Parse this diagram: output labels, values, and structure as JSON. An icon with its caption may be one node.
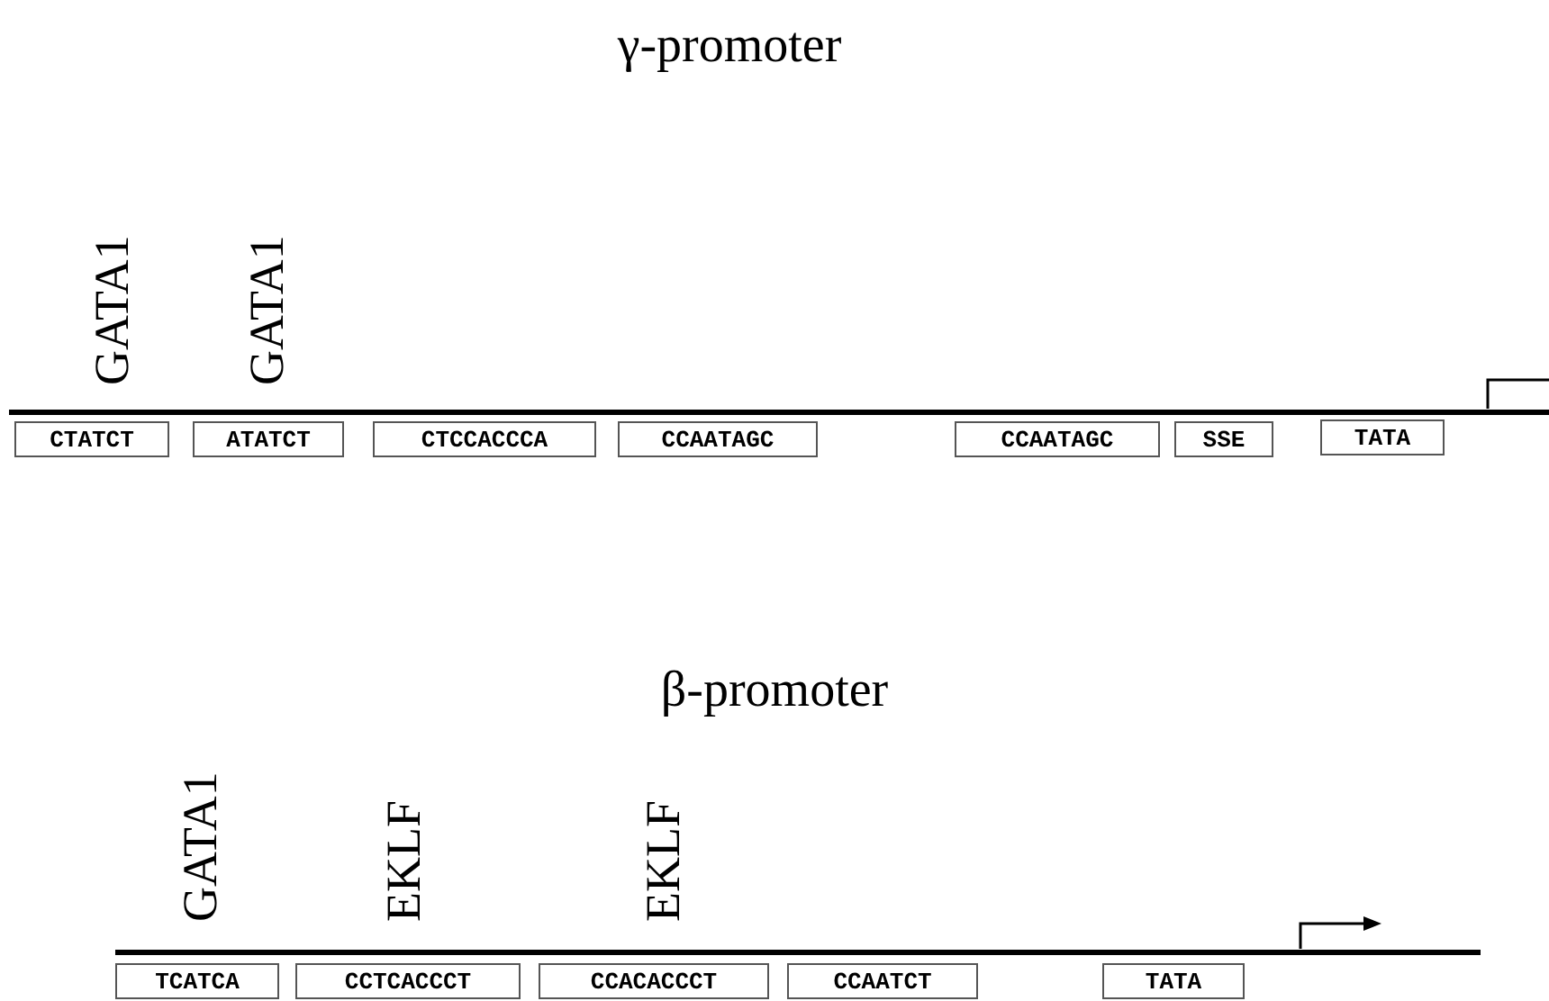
{
  "diagram": {
    "nodes": [
      {
        "text": [
          "CTATCT"
        ]
      },
      {
        "text": [
          "ATATCT"
        ]
      },
      {
        "text": [
          "CTCCACCCA"
        ]
      },
      {
        "text": [
          "CCAATAGC"
        ]
      },
      {
        "text": [
          "CCAATAGC"
        ]
      },
      {
        "text": [
          "SSE"
        ]
      },
      {
        "text": [
          "TATA"
        ]
      },
      {
        "text": [
          "TCATCA"
        ]
      },
      {
        "text": [
          "CCTCACCCT"
        ]
      },
      {
        "text": [
          "CCACACCCT"
        ]
      },
      {
        "text": [
          "CCAATCT"
        ]
      },
      {
        "text": [
          "TATA"
        ]
      }
    ],
    "edges": [],
    "labels": [
      "γ-promoter",
      "GATA1",
      "GATA1",
      "β-promoter",
      "GATA1",
      "EKLF",
      "EKLF"
    ]
  }
}
